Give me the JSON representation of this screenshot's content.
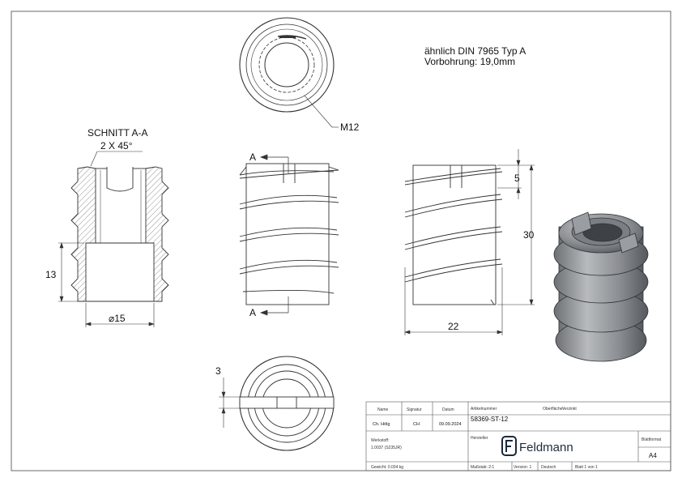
{
  "notes": {
    "similar": "ähnlich DIN 7965 Typ A",
    "pre_drill": "Vorbohrung: 19,0mm"
  },
  "section": {
    "title": "SCHNITT A-A",
    "chamfer": "2 X 45°",
    "depth": "13",
    "diameter": "⌀15"
  },
  "views": {
    "thread_label": "M12",
    "cut_marker_top": "A",
    "cut_marker_bottom": "A",
    "slot_depth": "5",
    "overall_length": "30",
    "outer_width": "22",
    "slot_width": "3"
  },
  "title_block": {
    "name_label": "Name",
    "signature_label": "Signatur",
    "date_label": "Datum",
    "article_label": "Artikelnummer",
    "surface_label": "Oberfläche:",
    "surface_value": "Verzinkt",
    "name_value": "Ch. Hölg",
    "signature_value": "CH",
    "date_value": "09.09.2024",
    "article_value": "58369-ST-12",
    "material_label": "Werkstoff:",
    "material_value": "1.0037 (S235JR)",
    "manufacturer_label": "Hersteller",
    "brand": "Feldmann",
    "format_label": "Blattformat",
    "format_value": "A4",
    "weight": "Gewicht: 0.034 kg",
    "scale": "Maßstab: 2:1",
    "version": "Version: 1",
    "language": "Deutsch",
    "sheet": "Blatt 1 von 1"
  }
}
